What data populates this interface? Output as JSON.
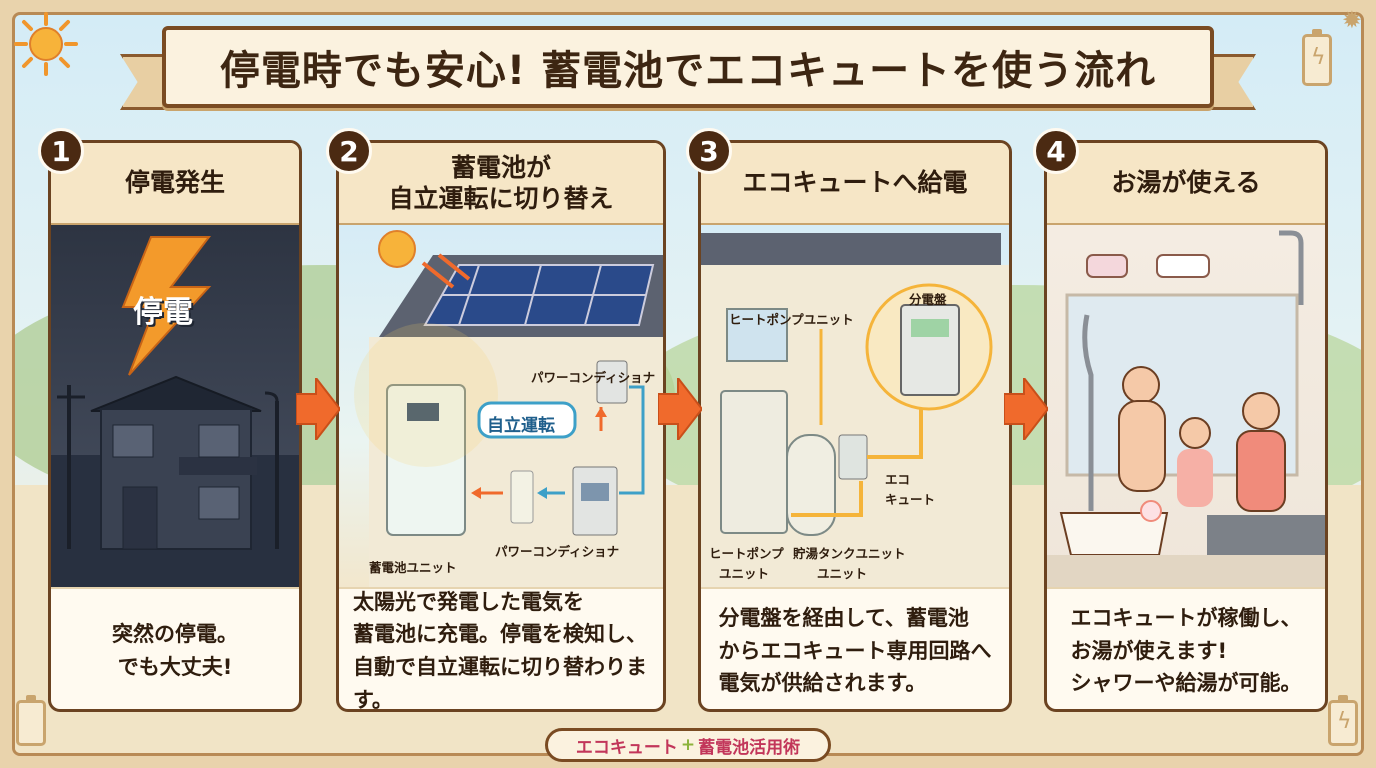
{
  "title": "停電時でも安心! 蓄電池でエコキュートを使う流れ",
  "colors": {
    "accent_orange": "#f06a2c",
    "frame_brown": "#6b4321",
    "footer_pink": "#c2365a",
    "footer_green": "#8cb33b"
  },
  "steps": [
    {
      "number": "1",
      "title": "停電発生",
      "scene_label": "停電",
      "description_lines": [
        "突然の停電。",
        "でも大丈夫!"
      ]
    },
    {
      "number": "2",
      "title_lines": [
        "蓄電池が",
        "自立運転に切り替え"
      ],
      "labels": {
        "power_conditioner_top": "パワーコンディショナ",
        "self_operation": "自立運転",
        "power_conditioner_bottom": "パワーコンディショナ",
        "battery_unit": "蓄電池ユニット"
      },
      "description_lines": [
        "太陽光で発電した電気を",
        "蓄電池に充電。停電を検知し、",
        "自動で自立運転に切り替わります。"
      ]
    },
    {
      "number": "3",
      "title": "エコキュートへ給電",
      "labels": {
        "heat_pump_top": "ヒートポンプユニット",
        "distribution_board": "分電盤",
        "ecocute_line1": "エコ",
        "ecocute_line2": "キュート",
        "heat_pump_bottom_line1": "ヒートポンプ",
        "heat_pump_bottom_line2": "ユニット",
        "tank_line1": "貯湯タンクユニット",
        "tank_line2": "ユニット"
      },
      "description_lines": [
        "分電盤を経由して、蓄電池",
        "からエコキュート専用回路へ",
        "電気が供給されます。"
      ]
    },
    {
      "number": "4",
      "title": "お湯が使える",
      "description_lines": [
        "エコキュートが稼働し、",
        "お湯が使えます!",
        "シャワーや給湯が可能。"
      ]
    }
  ],
  "footer": {
    "part1": "エコキュート",
    "plus": "+",
    "part2": "蓄電池活用術"
  }
}
